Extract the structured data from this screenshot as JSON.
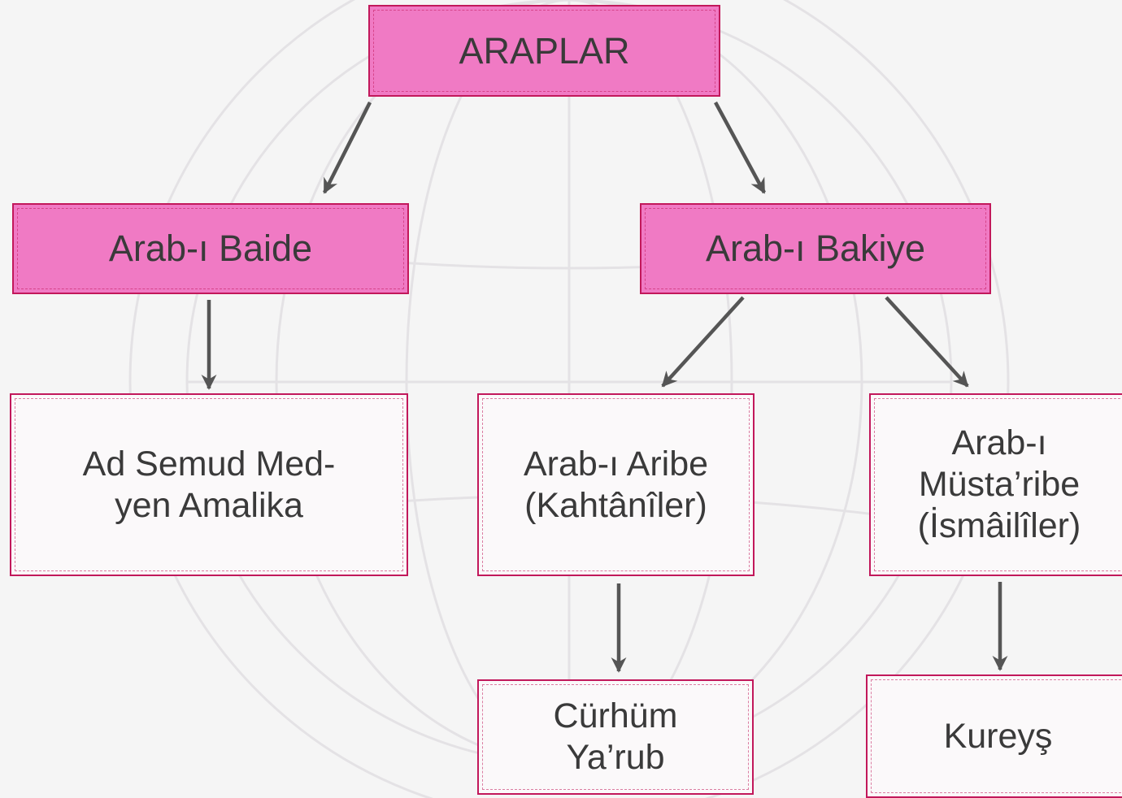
{
  "diagram": {
    "nodes": {
      "araplar": {
        "lines": [
          "ARAPLAR"
        ]
      },
      "baide": {
        "lines": [
          "Arab-ı Baide"
        ]
      },
      "bakiye": {
        "lines": [
          "Arab-ı Bakiye"
        ]
      },
      "ad": {
        "lines": [
          "Ad Semud Med-",
          "yen Amalika"
        ]
      },
      "aribe": {
        "lines": [
          "Arab-ı Aribe",
          "(Kahtânîler)"
        ]
      },
      "musta": {
        "lines": [
          "Arab-ı",
          "Müsta’ribe",
          "(İsmâilîler)"
        ]
      },
      "curhum": {
        "lines": [
          "Cürhüm",
          "Ya’rub"
        ]
      },
      "kureys": {
        "lines": [
          "Kureyş"
        ]
      }
    },
    "edges": [
      {
        "from": "araplar",
        "to": "baide"
      },
      {
        "from": "araplar",
        "to": "bakiye"
      },
      {
        "from": "baide",
        "to": "ad"
      },
      {
        "from": "bakiye",
        "to": "aribe"
      },
      {
        "from": "bakiye",
        "to": "musta"
      },
      {
        "from": "aribe",
        "to": "curhum"
      },
      {
        "from": "musta",
        "to": "kureys"
      }
    ],
    "colors": {
      "header_fill": "#f07ac4",
      "leaf_fill": "#fbf9fa",
      "border": "#c2185b",
      "arrow": "#555555",
      "text": "#3a3a3a"
    }
  }
}
